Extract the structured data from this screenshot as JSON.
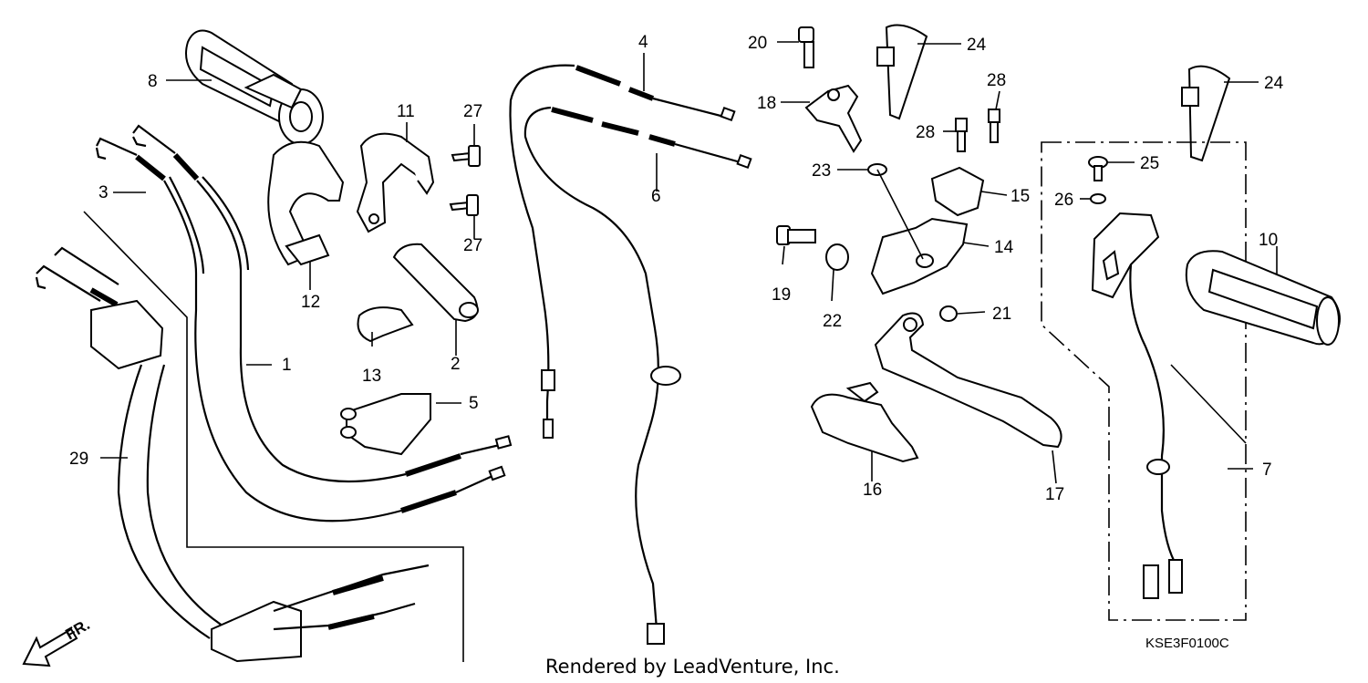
{
  "parts": [
    {
      "num": "1"
    },
    {
      "num": "2"
    },
    {
      "num": "3"
    },
    {
      "num": "4"
    },
    {
      "num": "5"
    },
    {
      "num": "6"
    },
    {
      "num": "7"
    },
    {
      "num": "8"
    },
    {
      "num": "10"
    },
    {
      "num": "11"
    },
    {
      "num": "12"
    },
    {
      "num": "13"
    },
    {
      "num": "14"
    },
    {
      "num": "15"
    },
    {
      "num": "16"
    },
    {
      "num": "17"
    },
    {
      "num": "18"
    },
    {
      "num": "19"
    },
    {
      "num": "20"
    },
    {
      "num": "21"
    },
    {
      "num": "22"
    },
    {
      "num": "23"
    },
    {
      "num": "24"
    },
    {
      "num": "24"
    },
    {
      "num": "25"
    },
    {
      "num": "26"
    },
    {
      "num": "27"
    },
    {
      "num": "27"
    },
    {
      "num": "28"
    },
    {
      "num": "28"
    },
    {
      "num": "29"
    }
  ],
  "diagram_code": "KSE3F0100C",
  "credit": "Rendered by LeadVenture, Inc.",
  "front_marker": "FR."
}
